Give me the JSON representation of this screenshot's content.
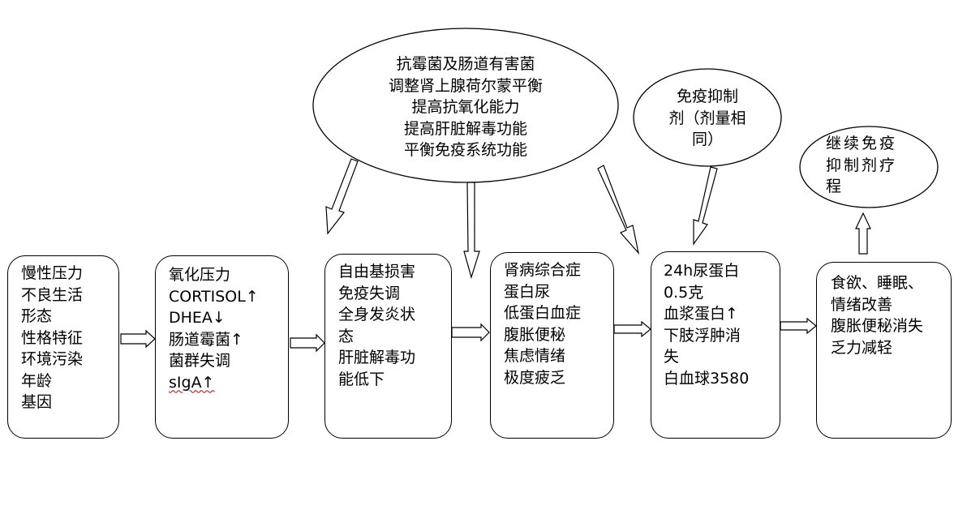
{
  "boxes": [
    {
      "lines": [
        "慢性压力",
        "不良生活",
        "形态",
        "性格特征",
        "环境污染",
        "年龄",
        "基因"
      ]
    },
    {
      "lines": [
        "氧化压力",
        "CORTISOL↑",
        "DHEA↓",
        "肠道霉菌↑",
        "菌群失调",
        "sIgA↑"
      ]
    },
    {
      "lines": [
        "自由基损害",
        "免疫失调",
        "全身发炎状",
        "态",
        "肝脏解毒功",
        "能低下"
      ]
    },
    {
      "lines": [
        "肾病综合症",
        "蛋白尿",
        "低蛋白血症",
        "腹胀便秘",
        "焦虑情绪",
        "极度疲乏"
      ]
    },
    {
      "lines": [
        "24h尿蛋白",
        "0.5克",
        "血浆蛋白↑",
        "下肢浮肿消",
        "失",
        "白血球3580"
      ]
    },
    {
      "lines": [
        "食欲、睡眠、",
        "情绪改善",
        "腹胀便秘消失",
        "乏力减轻"
      ]
    }
  ],
  "ellipses": {
    "treatment": [
      "抗霉菌及肠道有害菌",
      "调整肾上腺荷尔蒙平衡",
      "提高抗氧化能力",
      "提高肝脏解毒功能",
      "平衡免疫系统功能"
    ],
    "immunosuppressant": [
      "免疫抑制",
      "剂（剂量相",
      "同）"
    ],
    "continue": [
      "继续免疫",
      "抑制剂疗",
      "程"
    ]
  }
}
